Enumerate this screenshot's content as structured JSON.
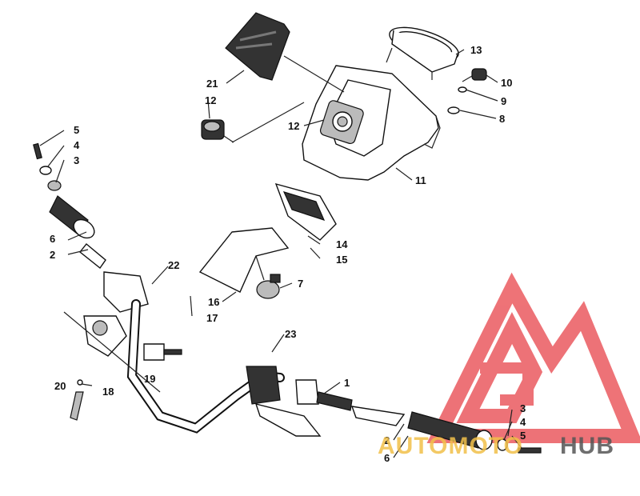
{
  "callouts": [
    {
      "id": "c13",
      "label": "13"
    },
    {
      "id": "c10",
      "label": "10"
    },
    {
      "id": "c9",
      "label": "9"
    },
    {
      "id": "c8",
      "label": "8"
    },
    {
      "id": "c21",
      "label": "21"
    },
    {
      "id": "c12a",
      "label": "12"
    },
    {
      "id": "c12b",
      "label": "12"
    },
    {
      "id": "c11",
      "label": "11"
    },
    {
      "id": "c5a",
      "label": "5"
    },
    {
      "id": "c4a",
      "label": "4"
    },
    {
      "id": "c3a",
      "label": "3"
    },
    {
      "id": "c6a",
      "label": "6"
    },
    {
      "id": "c2a",
      "label": "2"
    },
    {
      "id": "c14",
      "label": "14"
    },
    {
      "id": "c15",
      "label": "15"
    },
    {
      "id": "c22",
      "label": "22"
    },
    {
      "id": "c7",
      "label": "7"
    },
    {
      "id": "c16",
      "label": "16"
    },
    {
      "id": "c17",
      "label": "17"
    },
    {
      "id": "c23",
      "label": "23"
    },
    {
      "id": "c1",
      "label": "1"
    },
    {
      "id": "c19",
      "label": "19"
    },
    {
      "id": "c20",
      "label": "20"
    },
    {
      "id": "c18",
      "label": "18"
    },
    {
      "id": "c3b",
      "label": "3"
    },
    {
      "id": "c4b",
      "label": "4"
    },
    {
      "id": "c5b",
      "label": "5"
    },
    {
      "id": "c2b",
      "label": "2"
    },
    {
      "id": "c6b",
      "label": "6"
    }
  ],
  "watermark": {
    "text_part1": "AUTOMOTO",
    "text_part2": "HUB",
    "color_triangle": "#e8444a",
    "color_text1": "#f2c04a",
    "color_text2": "#555555"
  }
}
